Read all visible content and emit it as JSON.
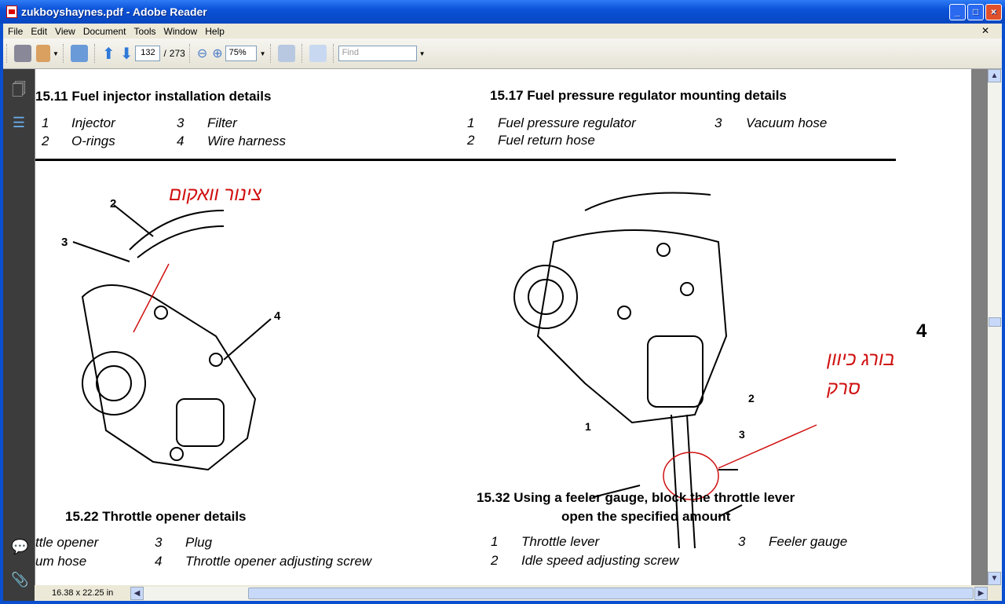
{
  "window": {
    "title": "zukboyshaynes.pdf - Adobe Reader",
    "buttons": [
      "_",
      "□",
      "×"
    ]
  },
  "menu": [
    "File",
    "Edit",
    "View",
    "Document",
    "Tools",
    "Window",
    "Help"
  ],
  "toolbar": {
    "page_current": "132",
    "page_sep": "/",
    "page_total": "273",
    "zoom": "75%",
    "find_placeholder": "Find"
  },
  "status": {
    "page_size": "16.38 x 22.25 in"
  },
  "page": {
    "fig1": {
      "title": "15.11 Fuel injector installation details",
      "items": [
        [
          "1",
          "Injector"
        ],
        [
          "3",
          "Filter"
        ],
        [
          "2",
          "O-rings"
        ],
        [
          "4",
          "Wire harness"
        ]
      ]
    },
    "fig2": {
      "title": "15.17 Fuel pressure regulator mounting details",
      "items": [
        [
          "1",
          "Fuel pressure regulator"
        ],
        [
          "3",
          "Vacuum hose"
        ],
        [
          "2",
          "Fuel return hose"
        ]
      ]
    },
    "fig3": {
      "title": "15.22 Throttle opener details",
      "items": [
        [
          "ttle opener"
        ],
        [
          "3",
          "Plug"
        ],
        [
          "um hose"
        ],
        [
          "4",
          "Throttle opener adjusting screw"
        ]
      ],
      "callouts": [
        "2",
        "3",
        "4"
      ],
      "annotation": "צינור וואקום"
    },
    "fig4": {
      "title_line1": "15.32 Using a feeler gauge, block the throttle lever",
      "title_line2": "open the specified amount",
      "items": [
        [
          "1",
          "Throttle lever"
        ],
        [
          "3",
          "Feeler gauge"
        ],
        [
          "2",
          "Idle speed adjusting screw"
        ]
      ],
      "callouts": [
        "1",
        "2",
        "3"
      ],
      "annotation_line1": "בורג כיוון",
      "annotation_line2": "סרק"
    },
    "side_number": "4"
  }
}
